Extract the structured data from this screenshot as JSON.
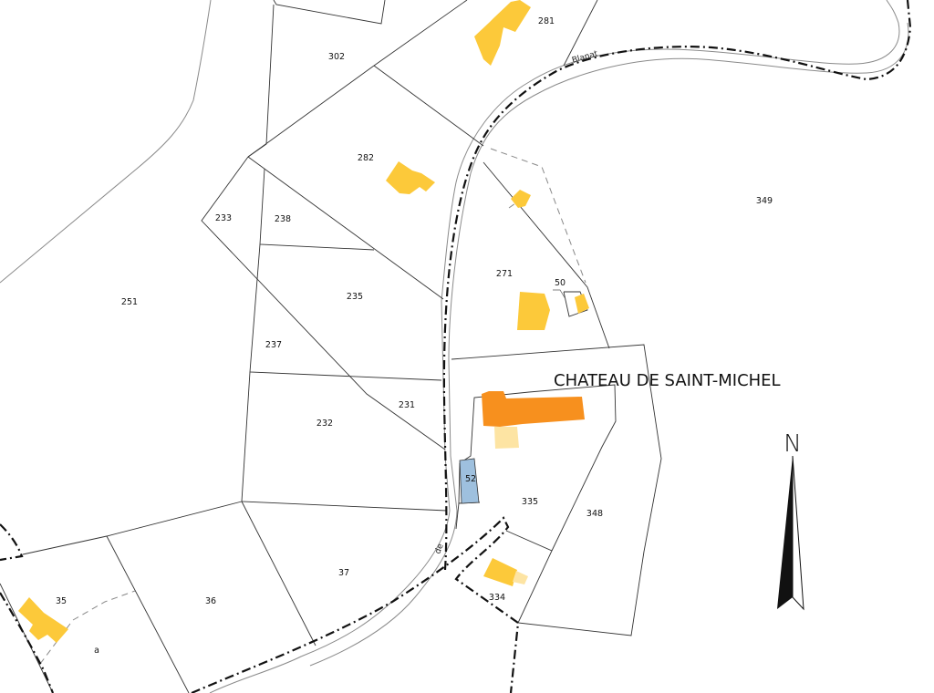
{
  "map": {
    "title": "CHATEAU DE SAINT-MICHEL",
    "north_label": "N",
    "road_labels": [
      "Blanat",
      "de"
    ],
    "parcels": [
      "281",
      "302",
      "282",
      "349",
      "233",
      "238",
      "251",
      "271",
      "50",
      "235",
      "237",
      "231",
      "232",
      "52",
      "335",
      "348",
      "37",
      "36",
      "35",
      "334",
      "a"
    ],
    "colors": {
      "building": "#fcc93a",
      "chateau": "#f7901e",
      "chateau_annex": "#fde4a3",
      "water": "#9ec0de",
      "boundary": "#111111",
      "parcel_line": "#333333"
    },
    "icons": [
      "north-arrow-icon"
    ]
  }
}
